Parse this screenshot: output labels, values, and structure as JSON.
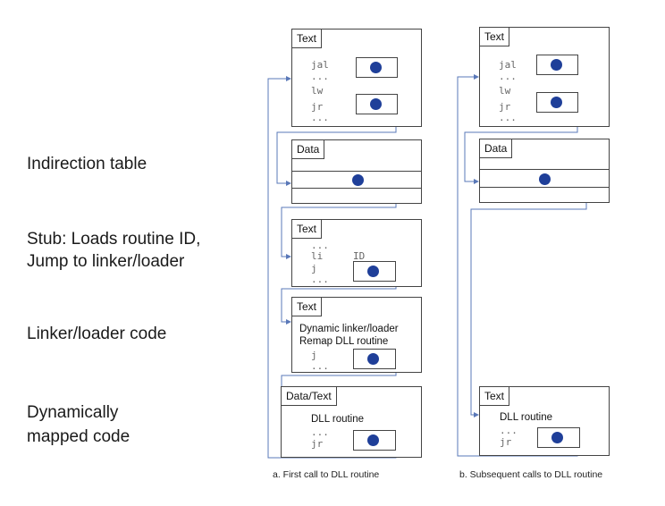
{
  "left_labels": {
    "indirection": "Indirection table",
    "stub_line1": "Stub: Loads routine ID,",
    "stub_line2": "Jump to linker/loader",
    "linker": "Linker/loader code",
    "dyn_line1": "Dynamically",
    "dyn_line2": "mapped code"
  },
  "panel_a": {
    "caption": "a. First call to DLL routine",
    "text_tag": "Text",
    "jal": "jal",
    "dots1": "...",
    "lw": "lw",
    "jr": "jr",
    "dots2": "...",
    "data_tag": "Data",
    "stub_tag": "Text",
    "stub_dots": "...",
    "li": "li",
    "id": "ID",
    "j": "j",
    "stub_dots2": "...",
    "linker_tag": "Text",
    "linker_line1": "Dynamic linker/loader",
    "linker_line2": "Remap DLL routine",
    "linker_j": "j",
    "linker_dots": "...",
    "dll_tag": "Data/Text",
    "dll_routine": "DLL routine",
    "dll_dots": "...",
    "dll_jr": "jr"
  },
  "panel_b": {
    "caption": "b. Subsequent calls to DLL routine",
    "text_tag": "Text",
    "jal": "jal",
    "dots1": "...",
    "lw": "lw",
    "jr": "jr",
    "dots2": "...",
    "data_tag": "Data",
    "dll_tag": "Text",
    "dll_routine": "DLL routine",
    "dll_dots": "...",
    "dll_jr": "jr"
  },
  "colors": {
    "pointer_dot": "#1f3f99",
    "wire": "#5a78b8",
    "border": "#444444"
  }
}
